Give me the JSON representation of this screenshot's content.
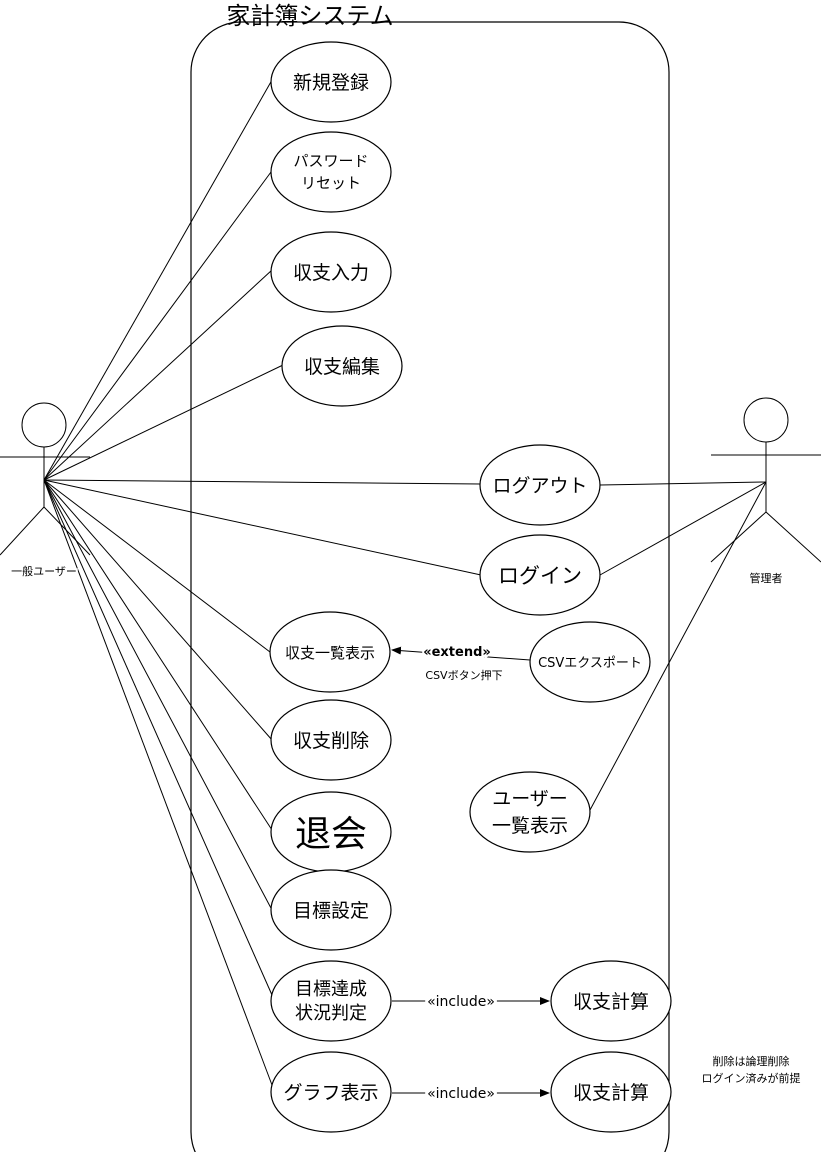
{
  "system": {
    "title": "家計簿システム"
  },
  "actors": {
    "user": {
      "label": "一般ユーザー"
    },
    "admin": {
      "label": "管理者"
    }
  },
  "use_cases": {
    "signup": {
      "label": "新規登録"
    },
    "password_reset": {
      "line1": "パスワード",
      "line2": "リセット"
    },
    "input": {
      "label": "収支入力"
    },
    "edit": {
      "label": "収支編集"
    },
    "logout": {
      "label": "ログアウト"
    },
    "login": {
      "label": "ログイン"
    },
    "list": {
      "label": "収支一覧表示"
    },
    "csv_export": {
      "label": "CSVエクスポート"
    },
    "delete": {
      "label": "収支削除"
    },
    "withdraw": {
      "label": "退会"
    },
    "user_list": {
      "line1": "ユーザー",
      "line2": "一覧表示"
    },
    "goal_setting": {
      "label": "目標設定"
    },
    "goal_judge": {
      "line1": "目標達成",
      "line2": "状況判定"
    },
    "calc_1": {
      "label": "収支計算"
    },
    "graph": {
      "label": "グラフ表示"
    },
    "calc_2": {
      "label": "収支計算"
    }
  },
  "relations": {
    "extend": {
      "stereotype": "«extend»",
      "condition": "CSVボタン押下"
    },
    "include_1": {
      "stereotype": "«include»"
    },
    "include_2": {
      "stereotype": "«include»"
    }
  },
  "note": {
    "line1": "削除は論理削除",
    "line2": "ログイン済みが前提"
  }
}
